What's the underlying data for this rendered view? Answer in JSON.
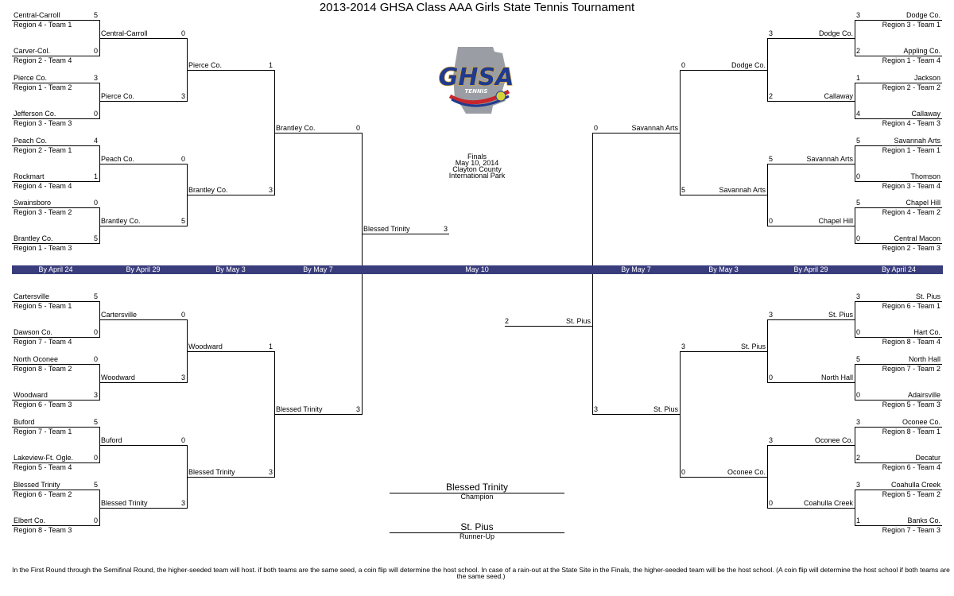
{
  "title": "2013-2014 GHSA Class AAA Girls State Tennis Tournament",
  "logo": {
    "main_text": "GHSA",
    "sub_text": "TENNIS",
    "colors": {
      "blue": "#1f3a8f",
      "red": "#c8262c",
      "gold": "#d6a738",
      "gray": "#9a9da3"
    }
  },
  "finals_info": [
    "Finals",
    "May 10, 2014",
    "Clayton County",
    "International Park"
  ],
  "date_band": {
    "color": "#3a3d7c",
    "labels": [
      "By April 24",
      "By April 29",
      "By May 3",
      "By May 7",
      "May 10",
      "By May 7",
      "By May 3",
      "By April 29",
      "By April 24"
    ]
  },
  "left_top": {
    "r1": [
      {
        "name": "Central-Carroll",
        "seed": "Region 4 - Team 1",
        "score": "5"
      },
      {
        "name": "Carver-Col.",
        "seed": "Region 2 - Team 4",
        "score": "0"
      },
      {
        "name": "Pierce Co.",
        "seed": "Region 1 - Team 2",
        "score": "3"
      },
      {
        "name": "Jefferson Co.",
        "seed": "Region 3 - Team 3",
        "score": "0"
      },
      {
        "name": "Peach Co.",
        "seed": "Region 2 - Team 1",
        "score": "4"
      },
      {
        "name": "Rockmart",
        "seed": "Region 4 - Team 4",
        "score": "1"
      },
      {
        "name": "Swainsboro",
        "seed": "Region 3 - Team 2",
        "score": "0"
      },
      {
        "name": "Brantley Co.",
        "seed": "Region 1 - Team 3",
        "score": "5"
      }
    ],
    "r2": [
      {
        "name": "Central-Carroll",
        "score": "0"
      },
      {
        "name": "Pierce Co.",
        "score": "3"
      },
      {
        "name": "Peach Co.",
        "score": "0"
      },
      {
        "name": "Brantley Co.",
        "score": "5"
      }
    ],
    "r3": [
      {
        "name": "Pierce Co.",
        "score": "1"
      },
      {
        "name": "Brantley Co.",
        "score": "3"
      }
    ],
    "r4": {
      "name": "Brantley Co.",
      "score": "0"
    }
  },
  "left_bottom": {
    "r1": [
      {
        "name": "Cartersville",
        "seed": "Region 5 - Team 1",
        "score": "5"
      },
      {
        "name": "Dawson Co.",
        "seed": "Region 7 - Team 4",
        "score": "0"
      },
      {
        "name": "North Oconee",
        "seed": "Region 8 - Team 2",
        "score": "0"
      },
      {
        "name": "Woodward",
        "seed": "Region 6 - Team 3",
        "score": "3"
      },
      {
        "name": "Buford",
        "seed": "Region 7 - Team 1",
        "score": "5"
      },
      {
        "name": "Lakeview-Ft. Ogle.",
        "seed": "Region 5 - Team 4",
        "score": "0"
      },
      {
        "name": "Blessed Trinity",
        "seed": "Region 6 - Team 2",
        "score": "5"
      },
      {
        "name": "Elbert Co.",
        "seed": "Region 8 - Team 3",
        "score": "0"
      }
    ],
    "r2": [
      {
        "name": "Cartersville",
        "score": "0"
      },
      {
        "name": "Woodward",
        "score": "3"
      },
      {
        "name": "Buford",
        "score": "0"
      },
      {
        "name": "Blessed Trinity",
        "score": "3"
      }
    ],
    "r3": [
      {
        "name": "Woodward",
        "score": "1"
      },
      {
        "name": "Blessed Trinity",
        "score": "3"
      }
    ],
    "r4": {
      "name": "Blessed Trinity",
      "score": "3"
    }
  },
  "right_top": {
    "r1": [
      {
        "name": "Dodge Co.",
        "seed": "Region 3 - Team 1",
        "score": "3"
      },
      {
        "name": "Appling Co.",
        "seed": "Region 1 - Team 4",
        "score": "2"
      },
      {
        "name": "Jackson",
        "seed": "Region 2 - Team 2",
        "score": "1"
      },
      {
        "name": "Callaway",
        "seed": "Region 4 - Team 3",
        "score": "4"
      },
      {
        "name": "Savannah Arts",
        "seed": "Region 1 - Team 1",
        "score": "5"
      },
      {
        "name": "Thomson",
        "seed": "Region 3 - Team 4",
        "score": "0"
      },
      {
        "name": "Chapel Hill",
        "seed": "Region 4 - Team 2",
        "score": "5"
      },
      {
        "name": "Central Macon",
        "seed": "Region 2 - Team 3",
        "score": "0"
      }
    ],
    "r2": [
      {
        "name": "Dodge Co.",
        "score": "3"
      },
      {
        "name": "Callaway",
        "score": "2"
      },
      {
        "name": "Savannah Arts",
        "score": "5"
      },
      {
        "name": "Chapel Hill",
        "score": "0"
      }
    ],
    "r3": [
      {
        "name": "Dodge Co.",
        "score": "0"
      },
      {
        "name": "Savannah Arts",
        "score": "5"
      }
    ],
    "r4": {
      "name": "Savannah Arts",
      "score": "0"
    }
  },
  "right_bottom": {
    "r1": [
      {
        "name": "St. Pius",
        "seed": "Region 6 - Team 1",
        "score": "3"
      },
      {
        "name": "Hart Co.",
        "seed": "Region 8 - Team 4",
        "score": "0"
      },
      {
        "name": "North Hall",
        "seed": "Region 7 - Team 2",
        "score": "5"
      },
      {
        "name": "Adairsville",
        "seed": "Region 5 - Team 3",
        "score": "0"
      },
      {
        "name": "Oconee Co.",
        "seed": "Region 8 - Team 1",
        "score": "3"
      },
      {
        "name": "Decatur",
        "seed": "Region 6 - Team 4",
        "score": "2"
      },
      {
        "name": "Coahulla Creek",
        "seed": "Region 5 - Team 2",
        "score": "3"
      },
      {
        "name": "Banks Co.",
        "seed": "Region 7 - Team 3",
        "score": "1"
      }
    ],
    "r2": [
      {
        "name": "St. Pius",
        "score": "3"
      },
      {
        "name": "North Hall",
        "score": "0"
      },
      {
        "name": "Oconee Co.",
        "score": "3"
      },
      {
        "name": "Coahulla Creek",
        "score": "0"
      }
    ],
    "r3": [
      {
        "name": "St. Pius",
        "score": "3"
      },
      {
        "name": "Oconee Co.",
        "score": "0"
      }
    ],
    "r4": {
      "name": "St. Pius",
      "score": "3"
    }
  },
  "final": {
    "left": {
      "name": "Blessed Trinity",
      "score": "3"
    },
    "right": {
      "name": "St. Pius",
      "score": "2"
    }
  },
  "champion": {
    "name": "Blessed Trinity",
    "caption": "Champion"
  },
  "runner_up": {
    "name": "St. Pius",
    "caption": "Runner-Up"
  },
  "footnote": "In the First Round through the Semifinal Round, the higher-seeded team will host.  if both teams are the same seed, a coin flip will determine the host school.  In case of a rain-out at the State Site in the Finals, the higher-seeded team will be the host school. (A coin flip will determine the host school if both teams are the same seed.)"
}
